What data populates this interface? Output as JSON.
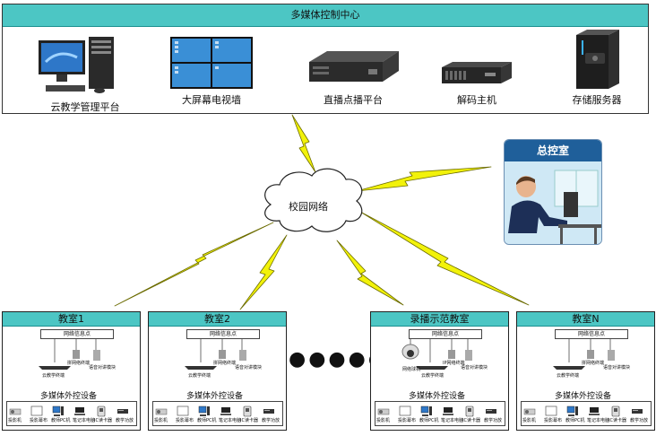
{
  "header": {
    "title": "多媒体控制中心"
  },
  "center_items": [
    {
      "label": "云教学管理平台",
      "icon": "desktop-computer-icon"
    },
    {
      "label": "大屏幕电视墙",
      "icon": "video-wall-icon"
    },
    {
      "label": "直播点播平台",
      "icon": "rack-server-icon"
    },
    {
      "label": "解码主机",
      "icon": "decoder-icon"
    },
    {
      "label": "存储服务器",
      "icon": "nas-storage-icon"
    }
  ],
  "network": {
    "label": "校园网络"
  },
  "control_room": {
    "label": "总控室"
  },
  "ellipsis": "●●●●●●",
  "classrooms": [
    {
      "title": "教室1",
      "net_point": "网络信息点",
      "terminal": "云教学终端",
      "wired": "拼网络终端",
      "voice": "语音对讲模块",
      "ext": "多媒体外控设备",
      "devices": [
        "投影机",
        "投影幕布",
        "教师PC机",
        "笔记本电脑",
        "IC读卡器",
        "教学功放"
      ]
    },
    {
      "title": "教室2",
      "net_point": "网络信息点",
      "terminal": "云教学终端",
      "wired": "拼网络终端",
      "voice": "语音对讲模块",
      "ext": "多媒体外控设备",
      "devices": [
        "投影机",
        "投影幕布",
        "教师PC机",
        "笔记本电脑",
        "IC读卡器",
        "教学功放"
      ]
    },
    {
      "title": "录播示范教室",
      "net_point": "网络信息点",
      "terminal": "云教学终端",
      "wired": "IP网络终端",
      "voice": "语音对讲模块",
      "camera": "网络球机",
      "ext": "多媒体外控设备",
      "devices": [
        "投影机",
        "投影幕布",
        "教师PC机",
        "笔记本电脑",
        "IC读卡器",
        "教学功放"
      ]
    },
    {
      "title": "教室N",
      "net_point": "网络信息点",
      "terminal": "云教学终端",
      "wired": "拼网络终端",
      "voice": "语音对讲模块",
      "ext": "多媒体外控设备",
      "devices": [
        "投影机",
        "投影幕布",
        "教师PC机",
        "笔记本电脑",
        "IC读卡器",
        "教学功放"
      ]
    }
  ],
  "colors": {
    "header": "#4cc6c4",
    "bolt": "#f2f20a",
    "bolt_stroke": "#6b6b00"
  }
}
